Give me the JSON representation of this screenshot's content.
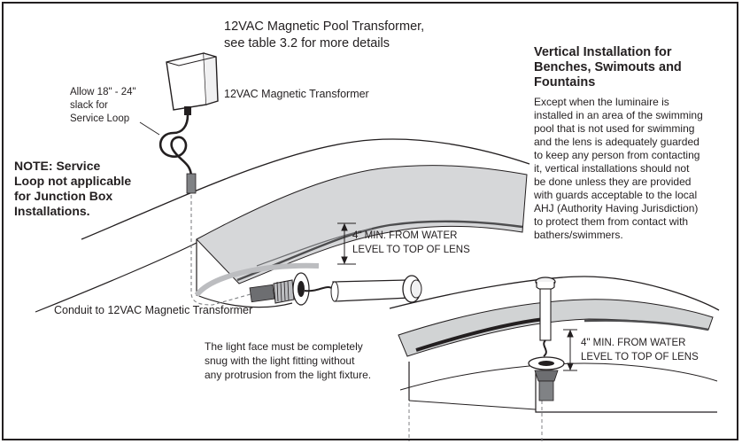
{
  "transformer_title": [
    "12VAC Magnetic Pool Transformer,",
    "see table 3.2 for more details"
  ],
  "slack_note": [
    "Allow 18\" - 24\"",
    "slack for",
    "Service Loop"
  ],
  "transformer_label": "12VAC Magnetic Transformer",
  "note": [
    "NOTE: Service",
    "Loop not applicable",
    "for Junction Box",
    "Installations."
  ],
  "vertical_title": [
    "Vertical Installation for",
    "Benches, Swimouts and",
    "Fountains"
  ],
  "vertical_body": [
    "Except when the luminaire is",
    "installed in an area of the swimming",
    "pool that is not used for swimming",
    "and the lens is adequately guarded",
    "to keep any person from contacting",
    "it, vertical installations should not",
    "be done unless they are provided",
    "with guards acceptable to the local",
    "AHJ (Authority Having Jurisdiction)",
    "to protect them from contact with",
    "bathers/swimmers."
  ],
  "measure_1": [
    "4\" MIN. FROM WATER",
    "LEVEL TO TOP OF LENS"
  ],
  "measure_2": [
    "4\" MIN. FROM WATER",
    "LEVEL TO TOP OF LENS"
  ],
  "conduit_label": "Conduit to 12VAC Magnetic Transformer",
  "light_face_note": [
    "The light face must be completely",
    "snug with the light fitting without",
    "any protrusion from the light fixture."
  ],
  "colors": {
    "ink": "#231f20",
    "pool_gray": "#bcbdc0",
    "pool_dark": "#4d4d4f",
    "fitting_gray": "#808285"
  },
  "icons": [
    "transformer-box-icon",
    "service-loop-cable-icon",
    "conduit-connector-icon",
    "pool-light-fixture-icon",
    "vertical-light-fixture-icon",
    "dimension-arrow-icon"
  ]
}
